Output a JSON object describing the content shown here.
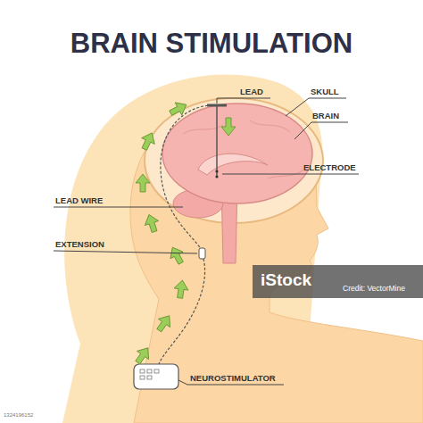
{
  "diagram": {
    "title": "BRAIN STIMULATION",
    "labels": [
      "LEAD",
      "SKULL",
      "BRAIN",
      "ELECTRODE",
      "LEAD WIRE",
      "EXTENSION",
      "NEUROSTIMULATOR",
      "iStock",
      "Credit: VectorMine",
      "1324196152"
    ]
  }
}
